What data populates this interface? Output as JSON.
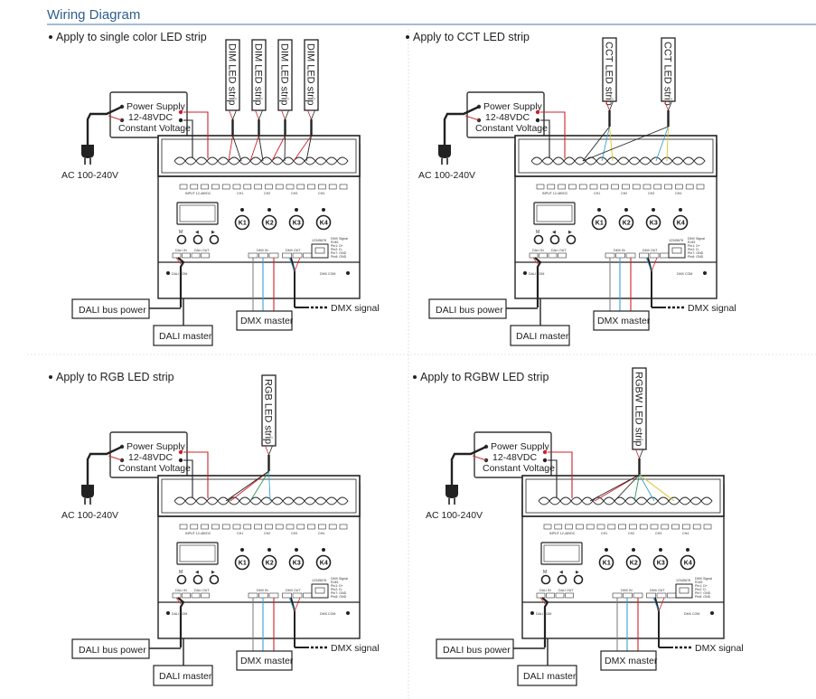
{
  "title": "Wiring Diagram",
  "colors": {
    "accent": "#2f5f8f",
    "rule": "#4a7aa8",
    "red_wire": "#d0202a",
    "blue_wire": "#3aa0d8",
    "green_wire": "#2a9a5a",
    "yellow_wire": "#e0c020",
    "black_wire": "#222222"
  },
  "panels": [
    {
      "heading": "Apply to single color LED strip",
      "variant": "single",
      "strips": [
        "DIM LED strip",
        "DIM LED strip",
        "DIM LED strip",
        "DIM LED strip"
      ]
    },
    {
      "heading": "Apply to CCT LED strip",
      "variant": "cct",
      "strips": [
        "CCT LED strip",
        "CCT LED strip"
      ]
    },
    {
      "heading": "Apply to RGB LED strip",
      "variant": "rgb",
      "strips": [
        "RGB LED strip"
      ]
    },
    {
      "heading": "Apply to RGBW LED strip",
      "variant": "rgbw",
      "strips": [
        "RGBW LED strip"
      ]
    }
  ],
  "common": {
    "power_supply": [
      "Power Supply",
      "12-48VDC",
      "Constant Voltage"
    ],
    "ac_label": "AC 100-240V",
    "dali_bus_power": "DALI bus power",
    "dali_master": "DALI master",
    "dmx_master": "DMX master",
    "dmx_signal": "DMX signal",
    "input_label": "INPUT 12-48VDC",
    "channels": [
      "CH1",
      "CH2",
      "CH3",
      "CH4"
    ],
    "keys": [
      "K1",
      "K2",
      "K3",
      "K4"
    ],
    "buttons": [
      "M",
      "◀",
      "▶"
    ],
    "dali_in": "DALI IN",
    "dali_out": "DALI OUT",
    "dmx_in": "DMX IN",
    "dmx_out": "DMX OUT",
    "dali_com": "DALI COM",
    "dmx_com": "DMX COM",
    "rj45_pins": "12345678",
    "rj45_info": [
      "DMX Signal",
      "RJ45",
      "Pin1: D+",
      "Pin2: D-",
      "Pin7: GND",
      "Pin8: GND"
    ]
  }
}
